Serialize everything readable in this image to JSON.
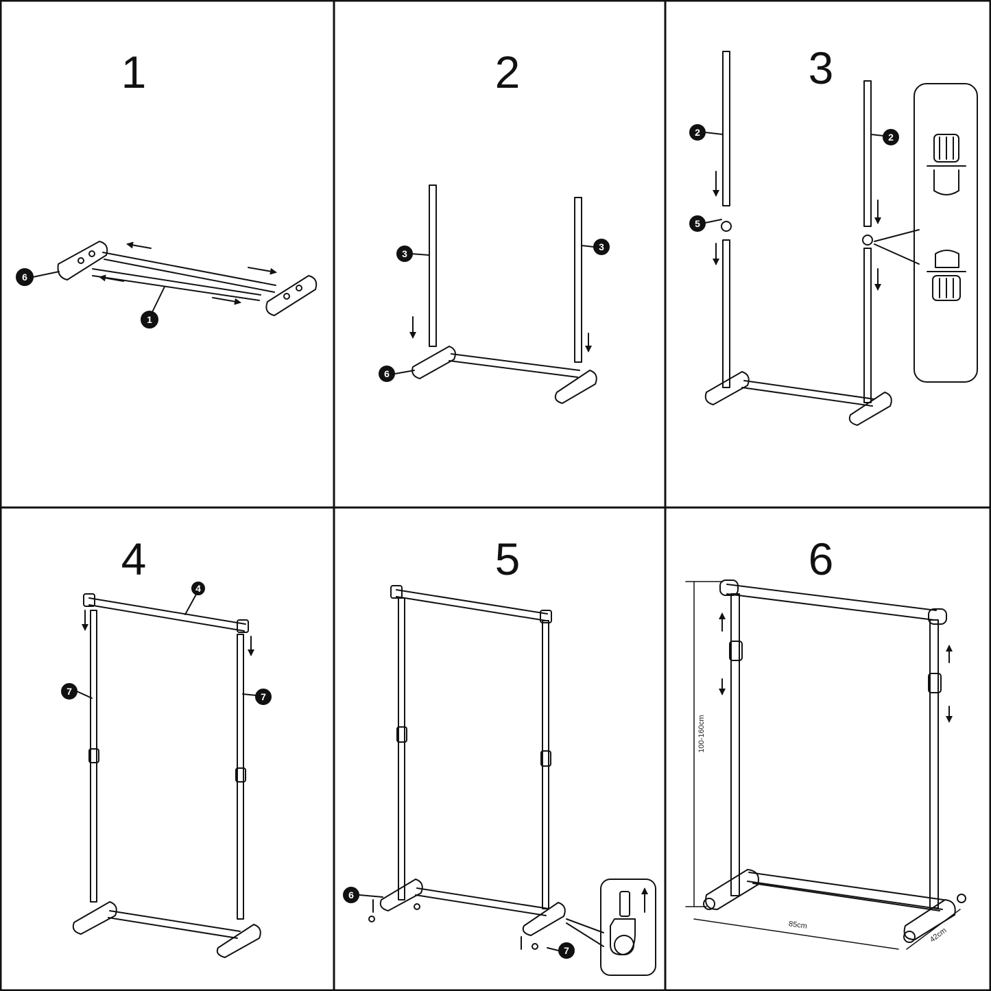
{
  "steps": [
    {
      "number": "1",
      "parts": [
        "6",
        "1"
      ]
    },
    {
      "number": "2",
      "parts": [
        "3",
        "3",
        "6"
      ]
    },
    {
      "number": "3",
      "parts": [
        "2",
        "2",
        "5"
      ]
    },
    {
      "number": "4",
      "parts": [
        "4",
        "7",
        "7"
      ]
    },
    {
      "number": "5",
      "parts": [
        "6",
        "7"
      ]
    },
    {
      "number": "6",
      "parts": []
    }
  ],
  "dimensions": {
    "height": "100-160cm",
    "width": "85cm",
    "depth": "42cm"
  }
}
